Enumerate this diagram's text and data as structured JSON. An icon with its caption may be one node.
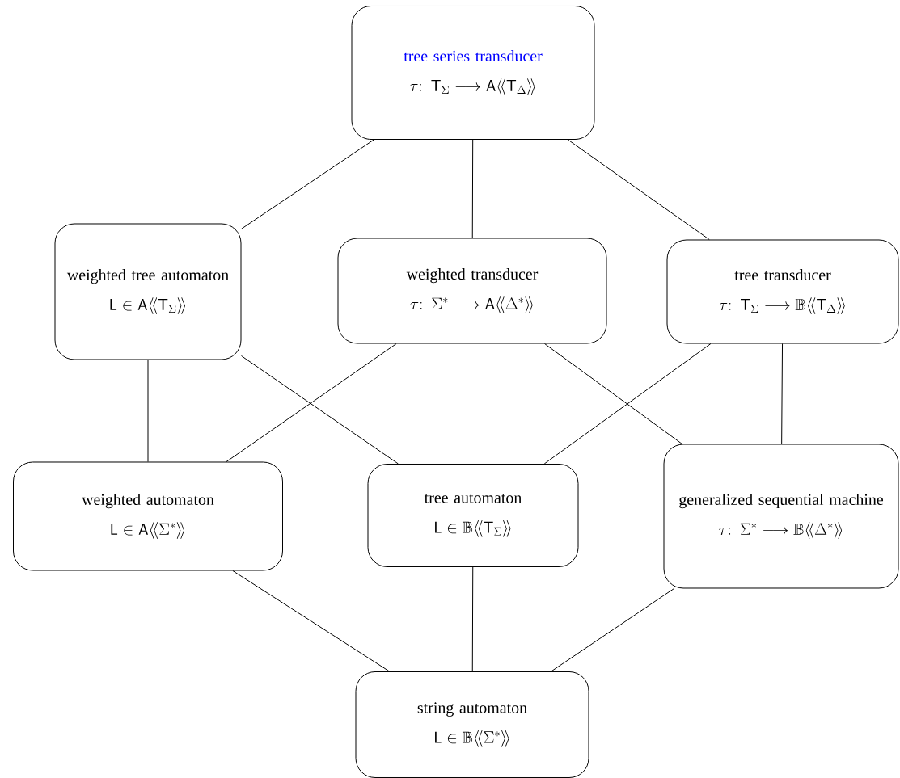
{
  "diagram": {
    "nodes": [
      {
        "text": [
          "tree series transducer",
          "\\tau\\colon\\ \\mathsf{T}_{\\Sigma} \\longrightarrow \\mathsf{A}\\langle\\!\\langle \\mathsf{T}_{\\Delta} \\rangle\\!\\rangle"
        ]
      },
      {
        "text": [
          "weighted tree automaton",
          "\\mathsf{L} \\in \\mathsf{A}\\langle\\!\\langle \\mathsf{T}_{\\Sigma} \\rangle\\!\\rangle"
        ]
      },
      {
        "text": [
          "weighted transducer",
          "\\tau\\colon\\ \\Sigma^* \\longrightarrow \\mathsf{A}\\langle\\!\\langle \\Delta^* \\rangle\\!\\rangle"
        ]
      },
      {
        "text": [
          "tree transducer",
          "\\tau\\colon\\ \\mathsf{T}_{\\Sigma} \\longrightarrow \\mathbb{B}\\langle\\!\\langle \\mathsf{T}_{\\Delta} \\rangle\\!\\rangle"
        ]
      },
      {
        "text": [
          "weighted automaton",
          "\\mathsf{L} \\in \\mathsf{A}\\langle\\!\\langle \\Sigma^* \\rangle\\!\\rangle"
        ]
      },
      {
        "text": [
          "tree automaton",
          "\\mathsf{L} \\in \\mathbb{B}\\langle\\!\\langle \\mathsf{T}_{\\Sigma} \\rangle\\!\\rangle"
        ]
      },
      {
        "text": [
          "generalized sequential machine",
          "\\tau\\colon\\ \\Sigma^* \\longrightarrow \\mathbb{B}\\langle\\!\\langle \\Delta^* \\rangle\\!\\rangle"
        ]
      },
      {
        "text": [
          "string automaton",
          "\\mathsf{L} \\in \\mathbb{B}\\langle\\!\\langle \\Sigma^* \\rangle\\!\\rangle"
        ]
      }
    ],
    "edges": [
      {
        "from": 0,
        "to": 1,
        "arrow": "none"
      },
      {
        "from": 0,
        "to": 2,
        "arrow": "none"
      },
      {
        "from": 0,
        "to": 3,
        "arrow": "none"
      },
      {
        "from": 1,
        "to": 4,
        "arrow": "none"
      },
      {
        "from": 1,
        "to": 5,
        "arrow": "none"
      },
      {
        "from": 2,
        "to": 4,
        "arrow": "none"
      },
      {
        "from": 2,
        "to": 6,
        "arrow": "none"
      },
      {
        "from": 3,
        "to": 5,
        "arrow": "none"
      },
      {
        "from": 3,
        "to": 6,
        "arrow": "none"
      },
      {
        "from": 4,
        "to": 7,
        "arrow": "none"
      },
      {
        "from": 5,
        "to": 7,
        "arrow": "none"
      },
      {
        "from": 6,
        "to": 7,
        "arrow": "none"
      }
    ]
  }
}
